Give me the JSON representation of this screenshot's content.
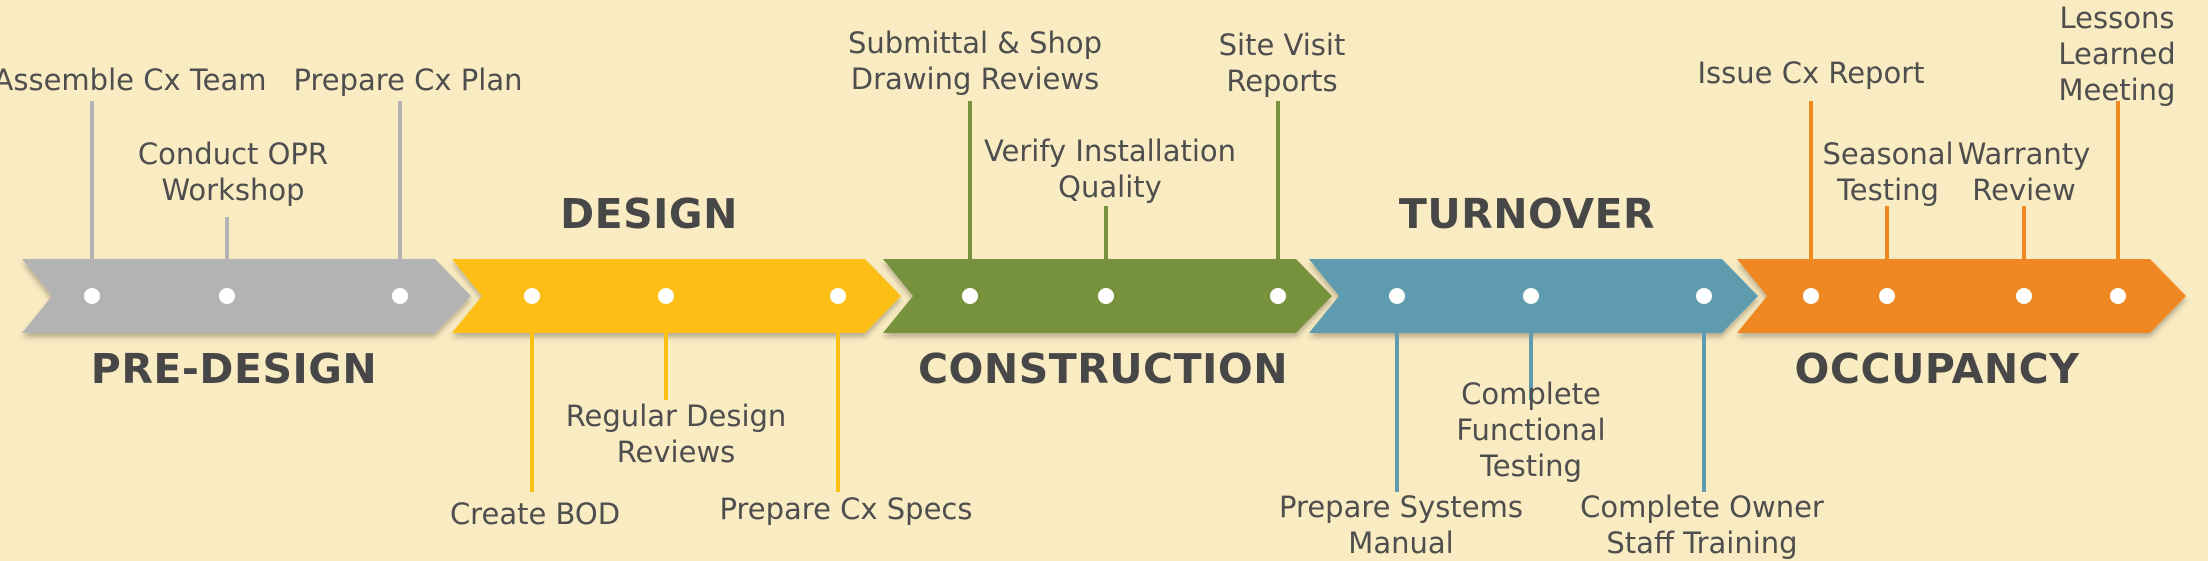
{
  "phases": [
    {
      "name": "PRE-DESIGN",
      "color": "#b3b3b3",
      "label_side": "below"
    },
    {
      "name": "DESIGN",
      "color": "#fdbf12",
      "label_side": "above"
    },
    {
      "name": "CONSTRUCTION",
      "color": "#76923c",
      "label_side": "below"
    },
    {
      "name": "TURNOVER",
      "color": "#5e9bae",
      "label_side": "above"
    },
    {
      "name": "OCCUPANCY",
      "color": "#ef8820",
      "label_side": "below"
    }
  ],
  "milestones": [
    {
      "phase": 0,
      "side": "above",
      "lines": [
        "Assemble Cx Team"
      ]
    },
    {
      "phase": 0,
      "side": "above",
      "lines": [
        "Conduct OPR",
        "Workshop"
      ]
    },
    {
      "phase": 0,
      "side": "above",
      "lines": [
        "Prepare Cx Plan"
      ]
    },
    {
      "phase": 1,
      "side": "below",
      "lines": [
        "Create BOD"
      ]
    },
    {
      "phase": 1,
      "side": "below",
      "lines": [
        "Regular Design",
        "Reviews"
      ]
    },
    {
      "phase": 1,
      "side": "below",
      "lines": [
        "Prepare Cx Specs"
      ]
    },
    {
      "phase": 2,
      "side": "above",
      "lines": [
        "Submittal & Shop",
        "Drawing Reviews"
      ]
    },
    {
      "phase": 2,
      "side": "above",
      "lines": [
        "Verify Installation",
        "Quality"
      ]
    },
    {
      "phase": 2,
      "side": "above",
      "lines": [
        "Site Visit",
        "Reports"
      ]
    },
    {
      "phase": 3,
      "side": "below",
      "lines": [
        "Prepare Systems",
        "Manual"
      ]
    },
    {
      "phase": 3,
      "side": "below",
      "lines": [
        "Complete",
        "Functional",
        "Testing"
      ]
    },
    {
      "phase": 3,
      "side": "below",
      "lines": [
        "Complete Owner",
        "Staff Training"
      ]
    },
    {
      "phase": 4,
      "side": "above",
      "lines": [
        "Issue Cx Report"
      ]
    },
    {
      "phase": 4,
      "side": "above",
      "lines": [
        "Seasonal",
        "Testing"
      ]
    },
    {
      "phase": 4,
      "side": "above",
      "lines": [
        "Warranty",
        "Review"
      ]
    },
    {
      "phase": 4,
      "side": "above",
      "lines": [
        "Lessons",
        "Learned",
        "Meeting"
      ]
    }
  ]
}
